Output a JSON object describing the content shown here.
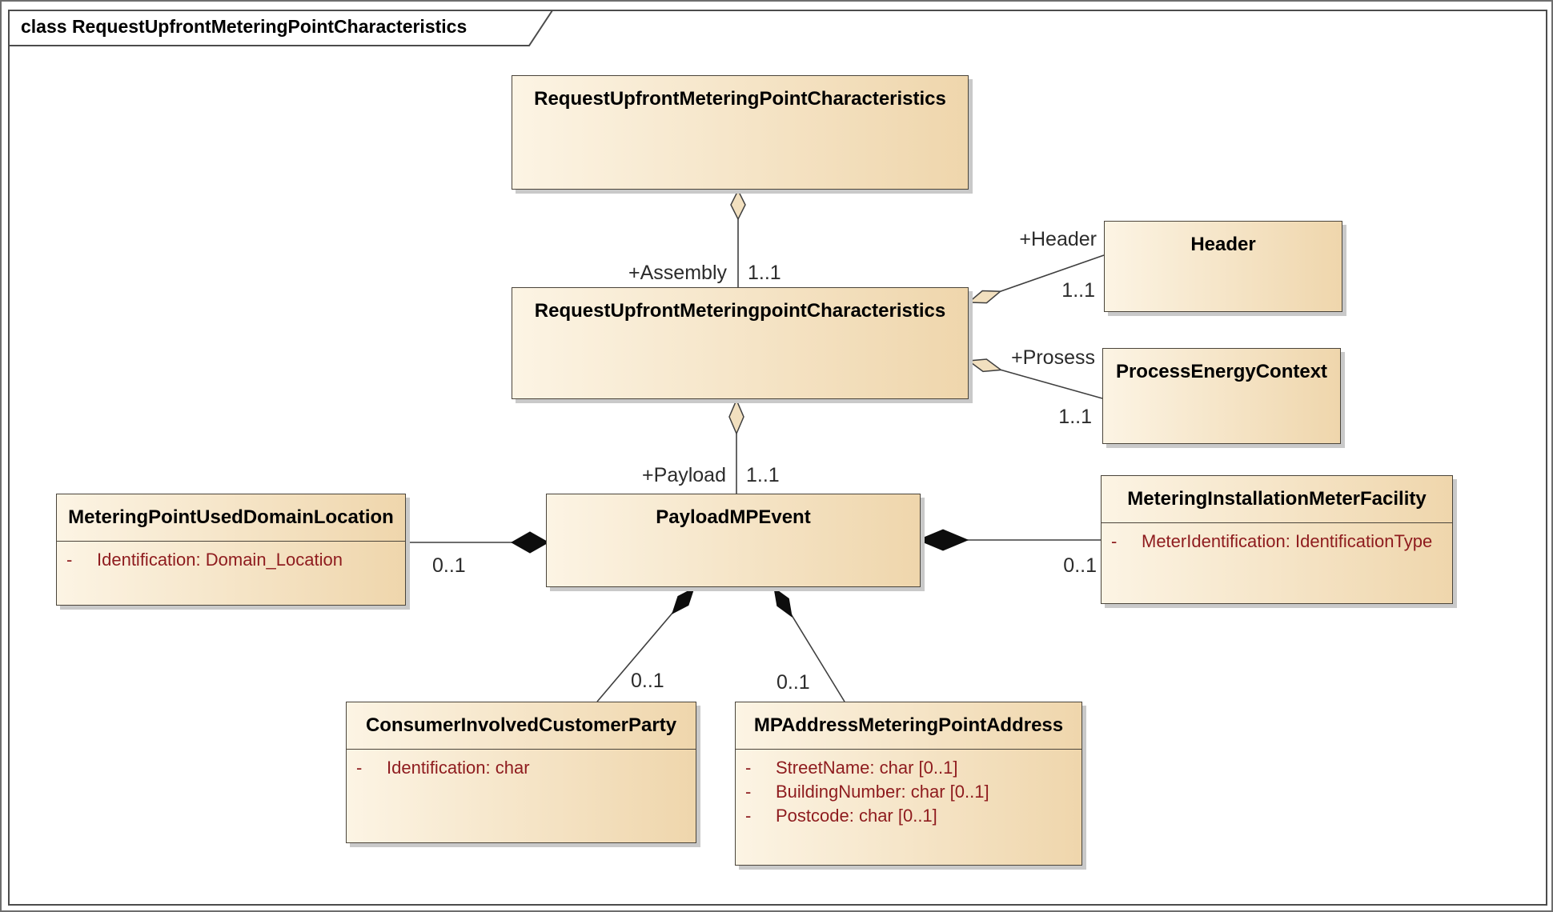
{
  "frame": {
    "title": "class RequestUpfrontMeteringPointCharacteristics"
  },
  "classes": {
    "request_upfront_mpc": {
      "name": "RequestUpfrontMeteringPointCharacteristics"
    },
    "request_upfront_mpc_inner": {
      "name": "RequestUpfrontMeteringpointCharacteristics"
    },
    "header": {
      "name": "Header"
    },
    "process_energy_context": {
      "name": "ProcessEnergyContext"
    },
    "payload_mp_event": {
      "name": "PayloadMPEvent"
    },
    "metering_point_used_domain_location": {
      "name": "MeteringPointUsedDomainLocation",
      "attributes": [
        {
          "vis": "-",
          "text": "Identification: Domain_Location"
        }
      ]
    },
    "metering_installation_meter_facility": {
      "name": "MeteringInstallationMeterFacility",
      "attributes": [
        {
          "vis": "-",
          "text": "MeterIdentification: IdentificationType"
        }
      ]
    },
    "consumer_involved_customer_party": {
      "name": "ConsumerInvolvedCustomerParty",
      "attributes": [
        {
          "vis": "-",
          "text": "Identification: char"
        }
      ]
    },
    "mp_address_metering_point_address": {
      "name": "MPAddressMeteringPointAddress",
      "attributes": [
        {
          "vis": "-",
          "text": "StreetName: char [0..1]"
        },
        {
          "vis": "-",
          "text": "BuildingNumber: char [0..1]"
        },
        {
          "vis": "-",
          "text": "Postcode: char [0..1]"
        }
      ]
    }
  },
  "connectors": {
    "assembly": {
      "role": "+Assembly",
      "multiplicity": "1..1"
    },
    "header": {
      "role": "+Header",
      "multiplicity": "1..1"
    },
    "prosess": {
      "role": "+Prosess",
      "multiplicity": "1..1"
    },
    "payload": {
      "role": "+Payload",
      "multiplicity": "1..1"
    },
    "domain_location": {
      "multiplicity": "0..1"
    },
    "meter_facility": {
      "multiplicity": "0..1"
    },
    "customer_party": {
      "multiplicity": "0..1"
    },
    "mp_address": {
      "multiplicity": "0..1"
    }
  },
  "colors": {
    "box-fill-light": "#FCF4E4",
    "box-fill-dark": "#EFD6AC",
    "box-border": "#4A443A",
    "box-shadow": "#C9C9C9",
    "attribute-text": "#8E1B1E",
    "label-text": "#2B2B2B",
    "connector-line": "#3F3F3F",
    "diamond-fill": "#F2E0BF",
    "diamond-filled": "#0D0D0D",
    "frame-border": "#4C4C4C"
  }
}
